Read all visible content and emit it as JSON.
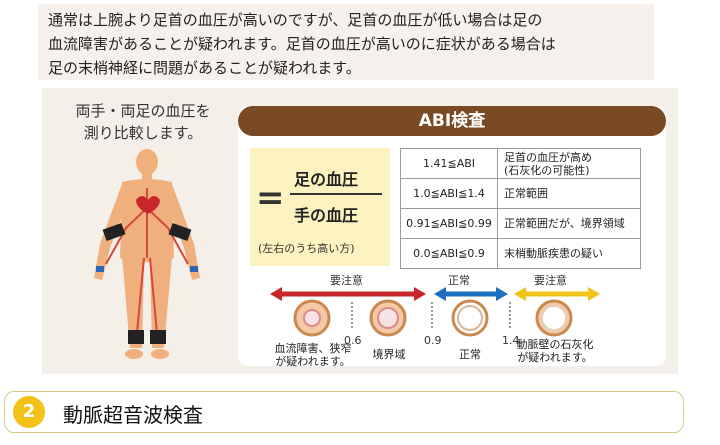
{
  "intro": {
    "line1": "通常は上腕より足首の血圧が高いのですが、足首の血圧が低い場合は足の",
    "line2": "血流障害があることが疑われます。足首の血圧が高いのに症状がある場合は",
    "line3": "足の末梢神経に問題があることが疑われます。"
  },
  "figure": {
    "caption_line1": "両手・両足の血圧を",
    "caption_line2": "測り比較します。",
    "header": "ABI検査",
    "formula": {
      "eq": "=",
      "numerator": "足の血圧",
      "denominator": "手の血圧",
      "note": "(左右のうち高い方)"
    },
    "table": [
      {
        "range": "1.41≦ABI",
        "meaning_line1": "足首の血圧が高め",
        "meaning_line2": "(石灰化の可能性)"
      },
      {
        "range": "1.0≦ABI≦1.4",
        "meaning_line1": "正常範囲",
        "meaning_line2": ""
      },
      {
        "range": "0.91≦ABI≦0.99",
        "meaning_line1": "正常範囲だが、境界領域",
        "meaning_line2": ""
      },
      {
        "range": "0.0≦ABI≦0.9",
        "meaning_line1": "末梢動脈疾患の疑い",
        "meaning_line2": ""
      }
    ],
    "scale": {
      "left_label": "要注意",
      "mid_label": "正常",
      "right_label": "要注意",
      "tick1": "0.6",
      "tick2": "0.9",
      "tick3": "1.4",
      "v1_line1": "血流障害、狭窄",
      "v1_line2": "が疑われます。",
      "v2": "境界域",
      "v3": "正常",
      "v4_line1": "動脈壁の石灰化",
      "v4_line2": "が疑われます。"
    }
  },
  "section2": {
    "number": "2",
    "title": "動脈超音波検査"
  },
  "colors": {
    "header_brown": "#7a4a24",
    "formula_yellow": "#fbf2c0",
    "arrow_red": "#c8262a",
    "arrow_blue": "#1f6fc0",
    "arrow_yellow": "#f0c419",
    "badge_yellow": "#f2c21a"
  }
}
